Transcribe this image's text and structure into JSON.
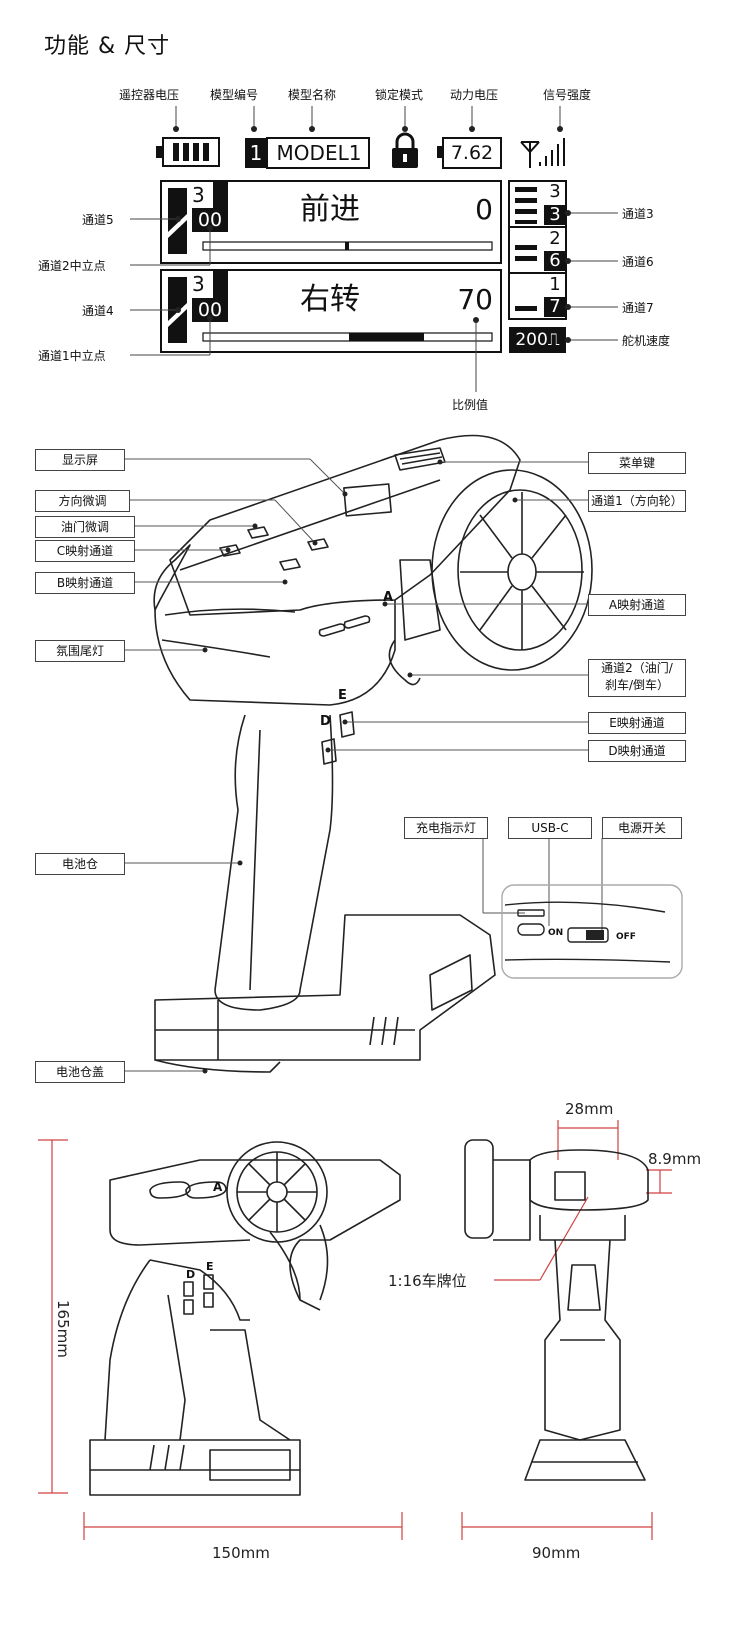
{
  "title": "功能 & 尺寸",
  "top_labels": {
    "tx_voltage": "遥控器电压",
    "model_number": "模型编号",
    "model_name": "模型名称",
    "lock_mode": "锁定模式",
    "power_voltage": "动力电压",
    "signal_strength": "信号强度"
  },
  "screen": {
    "model_number": "1",
    "model_name": "MODEL1",
    "power_voltage": "7.62",
    "row1": {
      "ch": "3",
      "trim": "00",
      "direction": "前进",
      "value": "0"
    },
    "row2": {
      "ch": "3",
      "trim": "00",
      "direction": "右转",
      "value": "70"
    },
    "ch3": {
      "top": "3",
      "bottom": "3"
    },
    "ch6": {
      "top": "2",
      "bottom": "6"
    },
    "ch7": {
      "top": "1",
      "bottom": "7"
    },
    "servo_speed": "200⎍"
  },
  "screen_labels": {
    "channel5": "通道5",
    "ch2_center": "通道2中立点",
    "channel4": "通道4",
    "ch1_center": "通道1中立点",
    "channel3": "通道3",
    "channel6": "通道6",
    "channel7": "通道7",
    "servo_speed": "舵机速度",
    "ratio": "比例值"
  },
  "callouts_left": {
    "display": "显示屏",
    "steer_trim": "方向微调",
    "throttle_trim": "油门微调",
    "c_map": "C映射通道",
    "b_map": "B映射通道",
    "ambient_light": "氛围尾灯",
    "battery_bay": "电池仓",
    "battery_cover": "电池仓盖"
  },
  "callouts_right": {
    "menu_key": "菜单键",
    "channel1": "通道1（方向轮）",
    "a_map": "A映射通道",
    "channel2_l1": "通道2（油门/",
    "channel2_l2": "刹车/倒车）",
    "e_map": "E映射通道",
    "d_map": "D映射通道"
  },
  "inset": {
    "charge_led": "充电指示灯",
    "usbc": "USB-C",
    "power_switch": "电源开关",
    "on": "ON",
    "off": "OFF"
  },
  "body_marks": {
    "a": "A",
    "d": "D",
    "e": "E"
  },
  "dimensions": {
    "height": "165mm",
    "length": "150mm",
    "width": "90mm",
    "wheel_width": "28mm",
    "depth": "8.9mm",
    "plate": "1:16车牌位"
  }
}
